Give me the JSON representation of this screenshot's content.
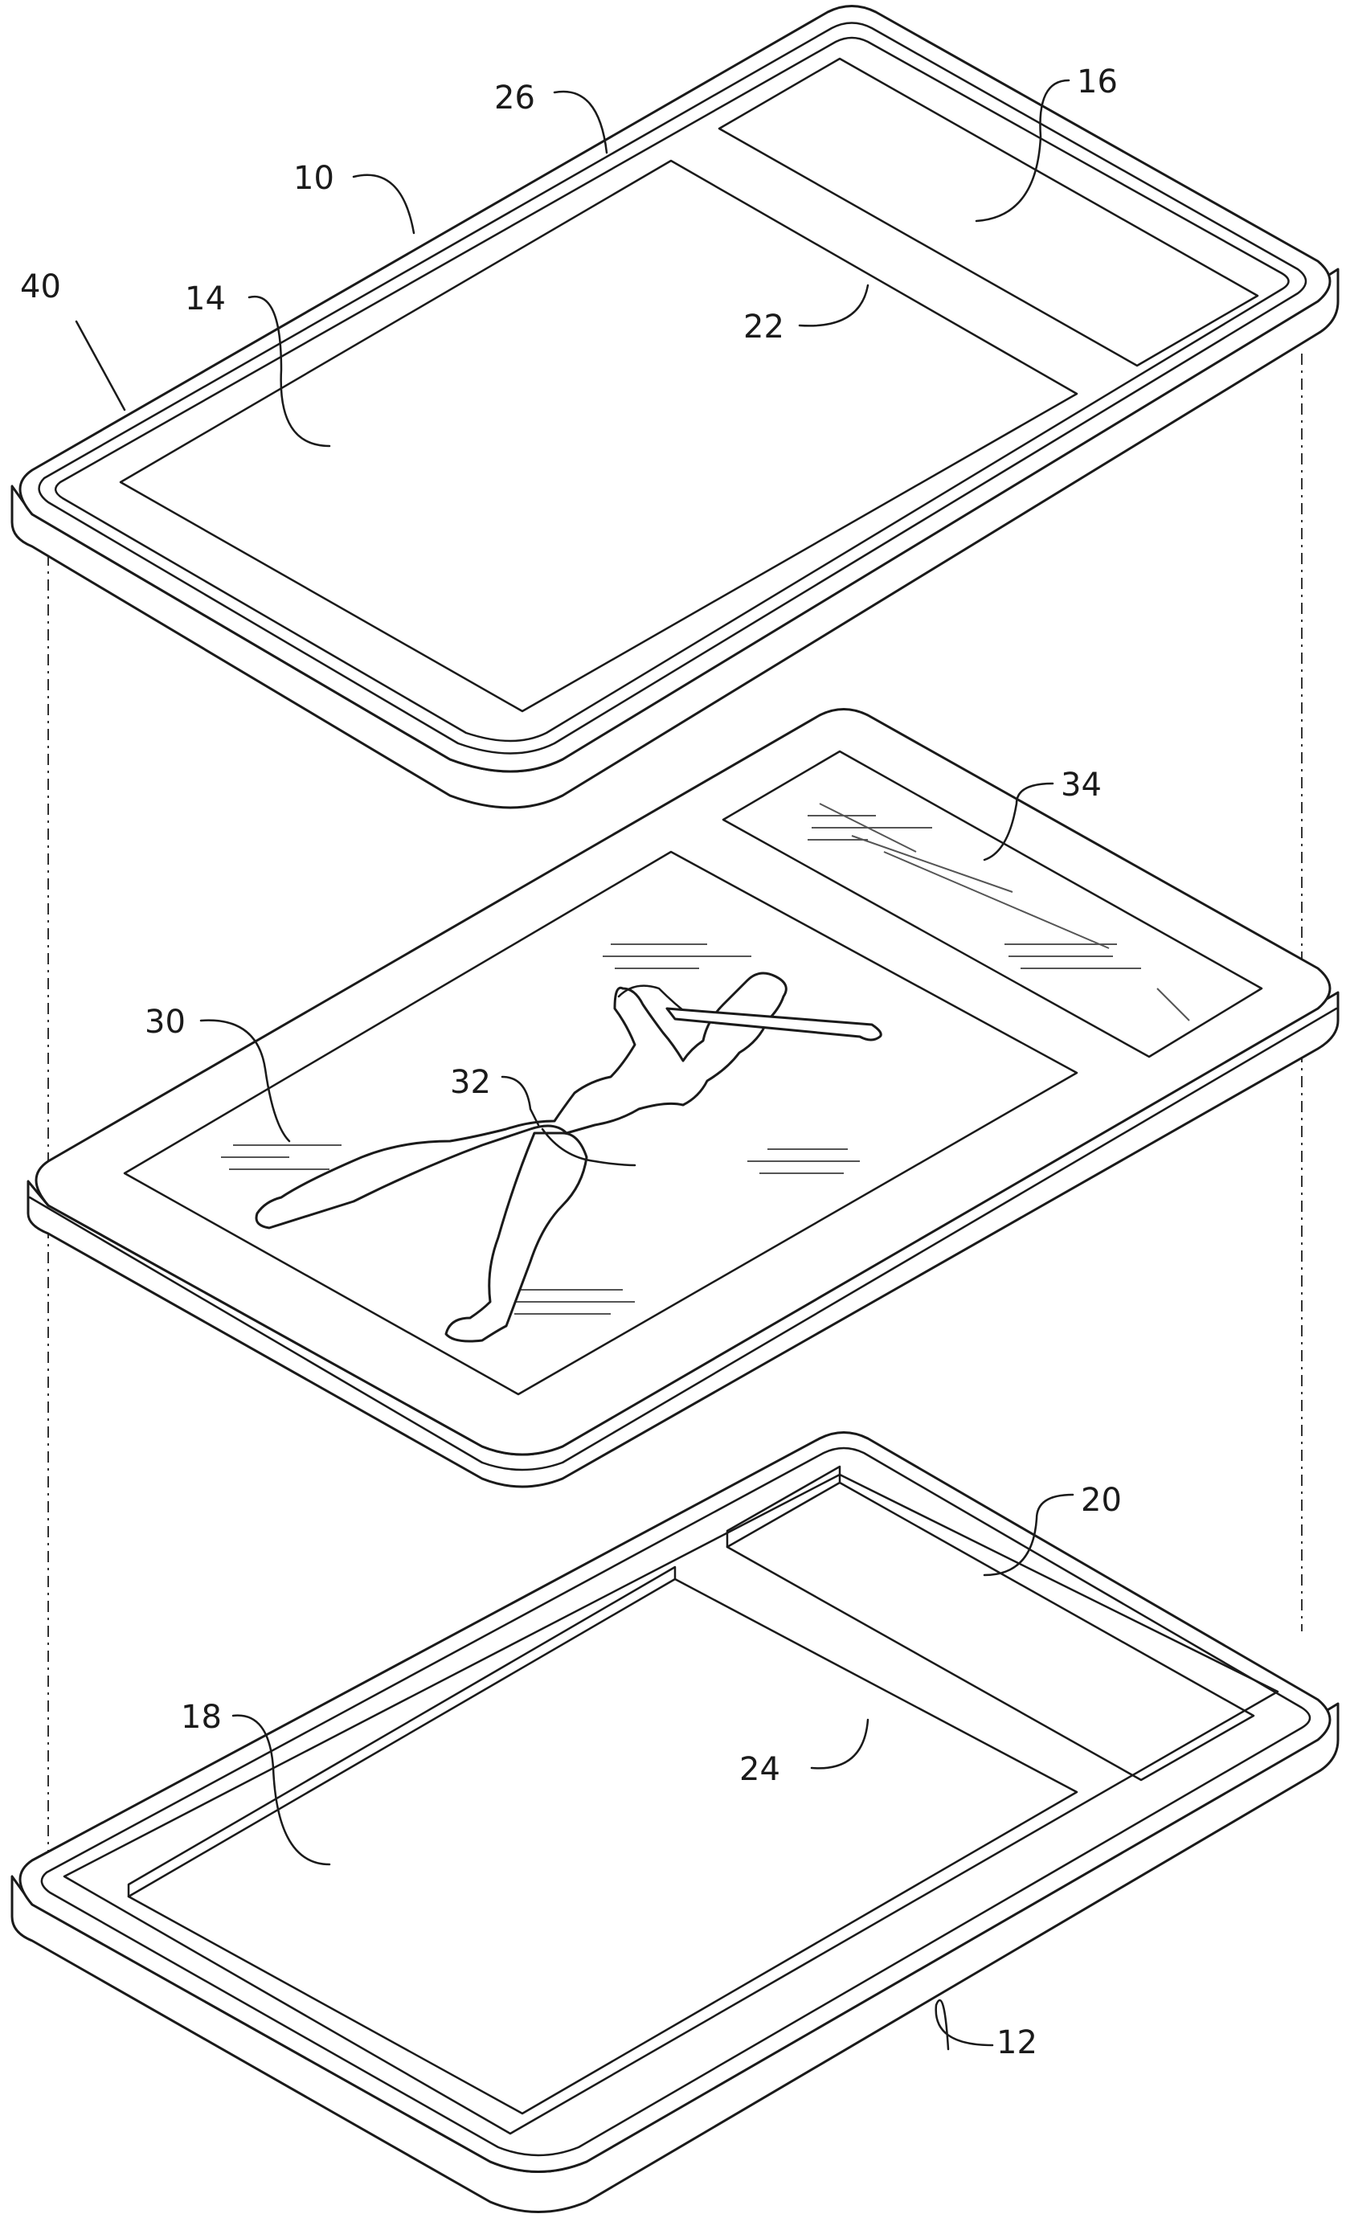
{
  "figure": {
    "reference_numerals": {
      "assembly": "40",
      "top_shell": "10",
      "bottom_shell": "12",
      "top_large_window": "14",
      "top_small_window": "16",
      "bottom_large_recess": "18",
      "bottom_small_recess": "20",
      "top_divider": "22",
      "bottom_divider": "24",
      "top_rim": "26",
      "card": "30",
      "card_image": "32",
      "card_label": "34"
    }
  }
}
